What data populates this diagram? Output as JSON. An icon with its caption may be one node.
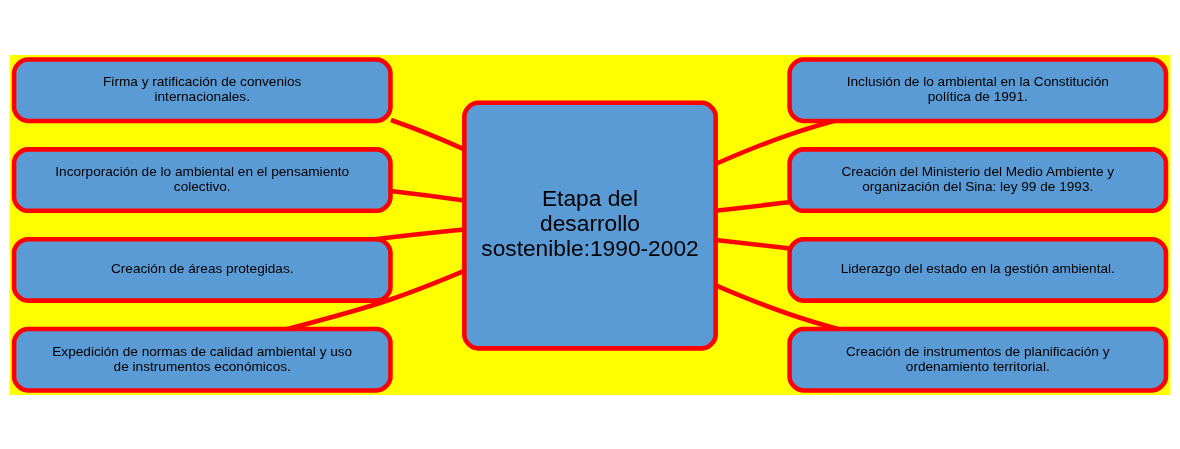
{
  "diagram": {
    "nodes": [
      {
        "text": [
          "Etapa del desarrollo sostenible:1990-2002"
        ]
      },
      {
        "text": [
          "Firma y ratificación de convenios internacionales."
        ]
      },
      {
        "text": [
          "Incorporación de lo ambiental en el pensamiento colectivo."
        ]
      },
      {
        "text": [
          "Creación de áreas protegidas."
        ]
      },
      {
        "text": [
          "Expedición de normas de calidad ambiental y uso de instrumentos económicos."
        ]
      },
      {
        "text": [
          "Inclusión de lo ambiental en la Constitución política de 1991."
        ]
      },
      {
        "text": [
          "Creación del Ministerio del Medio Ambiente y organización del Sina: ley 99 de 1993."
        ]
      },
      {
        "text": [
          "Liderazgo del estado en la gestión ambiental."
        ]
      },
      {
        "text": [
          "Creación de instrumentos de planificación y ordenamiento territorial."
        ]
      }
    ],
    "edges": [
      {
        "from": 0,
        "to": 1,
        "arrow": "none"
      },
      {
        "from": 0,
        "to": 2,
        "arrow": "none"
      },
      {
        "from": 0,
        "to": 3,
        "arrow": "none"
      },
      {
        "from": 0,
        "to": 4,
        "arrow": "none"
      },
      {
        "from": 0,
        "to": 5,
        "arrow": "none"
      },
      {
        "from": 0,
        "to": 6,
        "arrow": "none"
      },
      {
        "from": 0,
        "to": 7,
        "arrow": "none"
      },
      {
        "from": 0,
        "to": 8,
        "arrow": "none"
      }
    ]
  }
}
